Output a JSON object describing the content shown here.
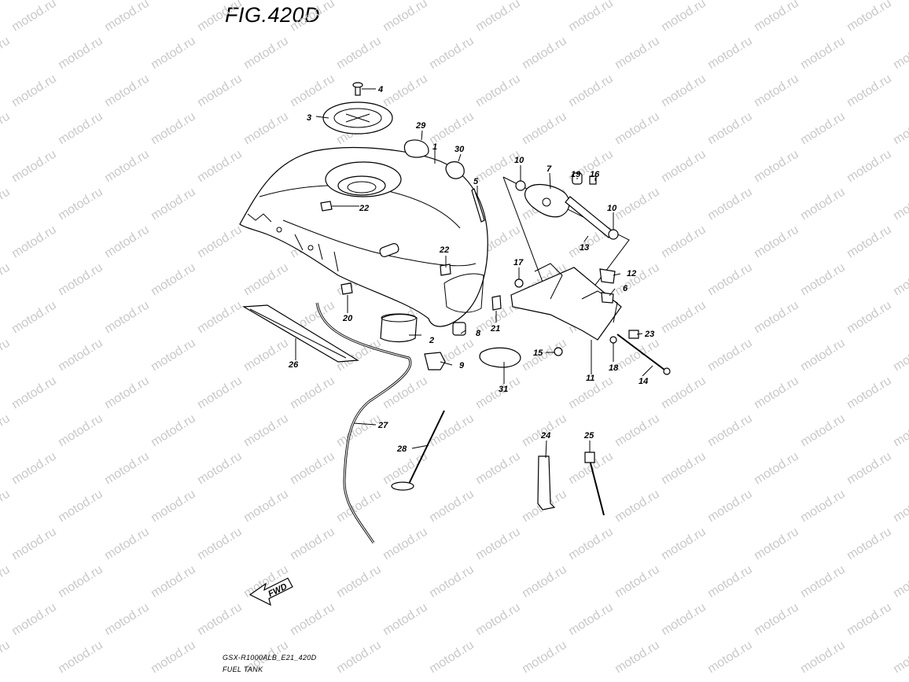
{
  "figure": {
    "title": "FIG.420D"
  },
  "footer": {
    "code": "GSX-R1000ALB_E21_420D",
    "caption": "FUEL TANK"
  },
  "watermark": {
    "text": "motod.ru",
    "color": "#c9c9c9"
  },
  "fwd_arrow": {
    "label": "FWD"
  },
  "callouts": [
    "1",
    "2",
    "3",
    "4",
    "5",
    "6",
    "7",
    "8",
    "9",
    "10",
    "10",
    "11",
    "12",
    "13",
    "14",
    "15",
    "16",
    "17",
    "18",
    "19",
    "20",
    "21",
    "22",
    "22",
    "23",
    "24",
    "25",
    "26",
    "27",
    "28",
    "29",
    "30",
    "31"
  ]
}
